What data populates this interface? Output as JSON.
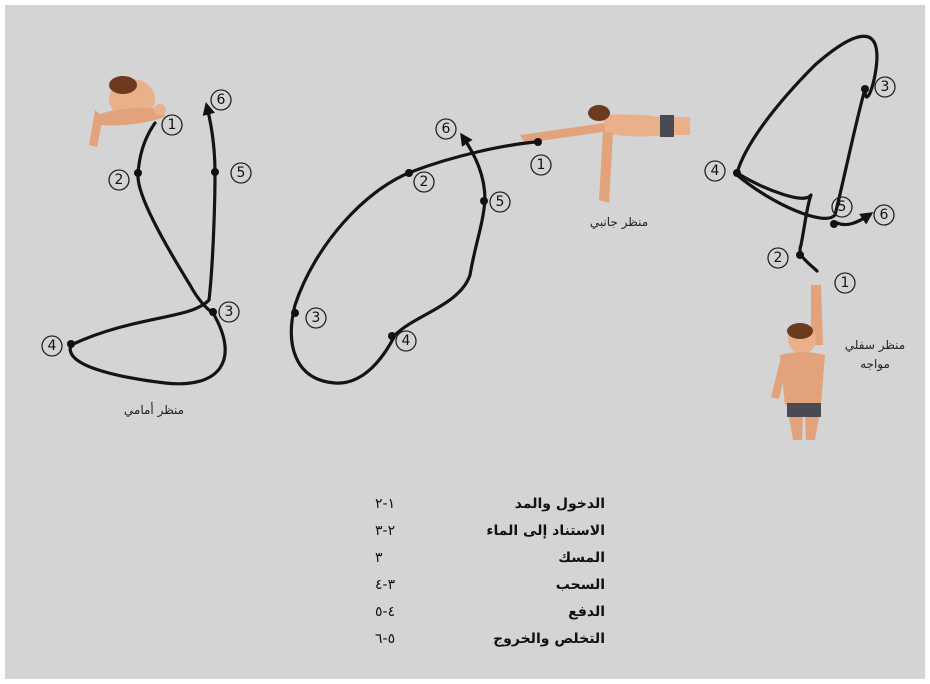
{
  "views": {
    "front": {
      "label": "منظر أمامي",
      "points": [
        "1",
        "2",
        "3",
        "4",
        "5",
        "6"
      ]
    },
    "side": {
      "label": "منظر جانبي",
      "points": [
        "1",
        "2",
        "3",
        "4",
        "5",
        "6"
      ]
    },
    "below_front": {
      "label_line1": "منظر سفلي",
      "label_line2": "مواجه",
      "points": [
        "1",
        "2",
        "3",
        "4",
        "5",
        "6"
      ]
    }
  },
  "legend": [
    {
      "phase": "الدخول والمد",
      "range": "١-٢"
    },
    {
      "phase": "الاستناد إلى الماء",
      "range": "٢-٣"
    },
    {
      "phase": "المسك",
      "range": "٣"
    },
    {
      "phase": "السحب",
      "range": "٣-٤"
    },
    {
      "phase": "الدفع",
      "range": "٤-٥"
    },
    {
      "phase": "التخلص والخروج",
      "range": "٥-٦"
    }
  ]
}
